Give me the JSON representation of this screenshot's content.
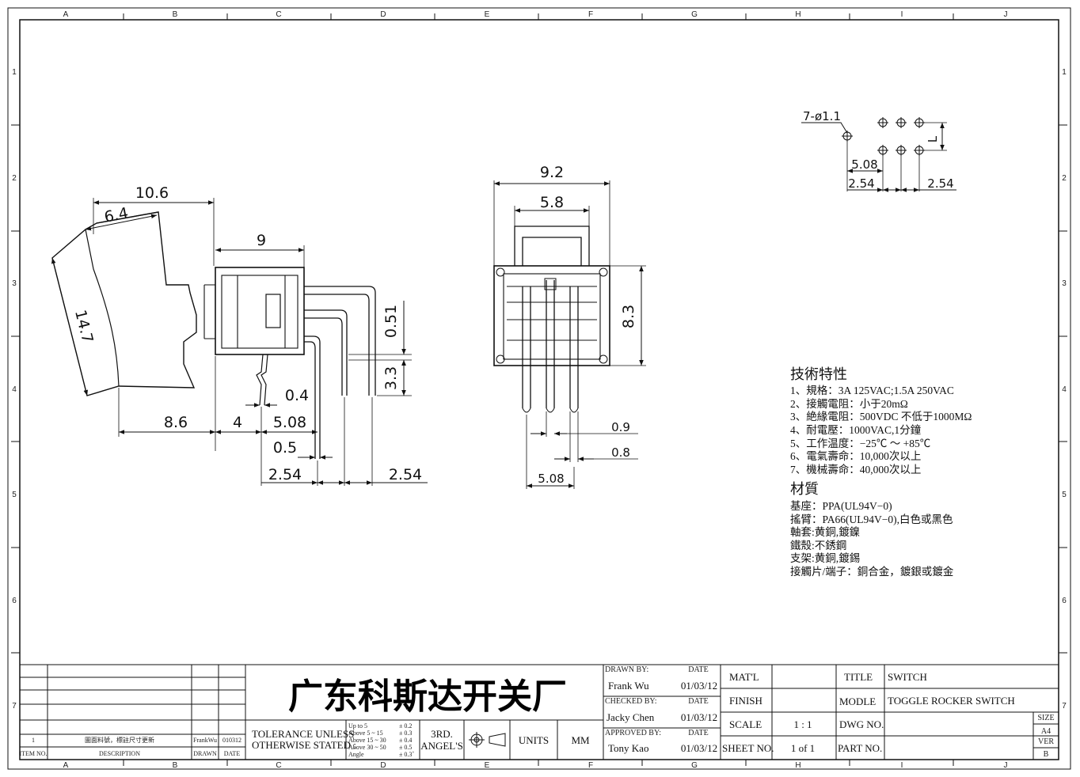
{
  "border": {
    "columns": [
      "A",
      "B",
      "C",
      "D",
      "E",
      "F",
      "G",
      "H",
      "I",
      "J"
    ],
    "rows": [
      "1",
      "2",
      "3",
      "4",
      "5",
      "6",
      "7"
    ]
  },
  "side_view": {
    "dims": {
      "d10_6": "10.6",
      "d6_4": "6.4",
      "d14_7": "14.7",
      "d9": "9",
      "d0_51": "0.51",
      "d3_3": "3.3",
      "d0_4": "0.4",
      "d8_6": "8.6",
      "d4": "4",
      "d5_08": "5.08",
      "d0_5": "0.5",
      "d2_54_a": "2.54",
      "d2_54_b": "2.54"
    }
  },
  "front_view": {
    "dims": {
      "d9_2": "9.2",
      "d5_8": "5.8",
      "d8_3": "8.3",
      "d0_9": "0.9",
      "d0_8": "0.8",
      "d5_08": "5.08"
    }
  },
  "pcb_view": {
    "dims": {
      "holes": "7-ø1.1",
      "L": "L",
      "d5_08": "5.08",
      "d2_54_a": "2.54",
      "d2_54_b": "2.54"
    }
  },
  "specs": {
    "title": "技術特性",
    "items": [
      "1、規格：3A 125VAC;1.5A 250VAC",
      "2、接觸電阻：小于20mΩ",
      "3、絶緣電阻：500VDC 不低于1000MΩ",
      "4、耐電壓：1000VAC,1分鐘",
      "5、工作温度：−25℃ ～ +85℃",
      "6、電氣壽命：10,000次以上",
      "7、機械壽命：40,000次以上"
    ],
    "material_title": "材質",
    "materials": [
      "基座：PPA(UL94V−0)",
      "搖臂：PA66(UL94V−0),白色或黑色",
      "軸套:黄銅,鍍鎳",
      "鐵殼:不銹鋼",
      "支架:黄銅,鍍錫",
      "接觸片/端子：銅合金，鍍銀或鍍金"
    ]
  },
  "title_block": {
    "company": "广东科斯达开关厂",
    "revision": {
      "item": "1",
      "description": "圖面料號，標註尺寸更新",
      "drawn": "FrankWu",
      "date": "010312"
    },
    "headers": {
      "item_no": "ITEM NO.",
      "description": "DESCRIPTION",
      "drawn": "DRAWN",
      "date": "DATE"
    },
    "tolerance_label_1": "TOLERANCE UNLESS",
    "tolerance_label_2": "OTHERWISE STATED :",
    "tolerances": [
      {
        "range": "Up  to  5",
        "value": "± 0.2"
      },
      {
        "range": "Above 5  ~ 15",
        "value": "± 0.3"
      },
      {
        "range": "Above 15 ~ 30",
        "value": "± 0.4"
      },
      {
        "range": "Above 30 ~ 50",
        "value": "± 0.5"
      },
      {
        "range": "Angle",
        "value": "± 0.3˚"
      }
    ],
    "projection_1": "3RD.",
    "projection_2": "ANGEL'S",
    "units_label": "UNITS",
    "units_value": "MM",
    "drawn_by_label": "DRAWN BY:",
    "drawn_by": "Frank Wu",
    "checked_by_label": "CHECKED BY:",
    "checked_by": "Jacky Chen",
    "approved_by_label": "APPROVED BY:",
    "approved_by": "Tony Kao",
    "date_label": "DATE",
    "date_drawn": "01/03/12",
    "date_checked": "01/03/12",
    "date_approved": "01/03/12",
    "matl_label": "MAT'L",
    "finish_label": "FINISH",
    "scale_label": "SCALE",
    "scale_value": "1 : 1",
    "sheet_label": "SHEET NO.",
    "sheet_value": "1 of 1",
    "title_label": "TITLE",
    "title_value": "SWITCH",
    "model_label": "MODLE",
    "model_value": "TOGGLE ROCKER SWITCH",
    "dwg_label": "DWG NO.",
    "part_label": "PART NO.",
    "size_label": "SIZE",
    "size_value": "A4",
    "ver_label": "VER",
    "ver_value": "B"
  }
}
